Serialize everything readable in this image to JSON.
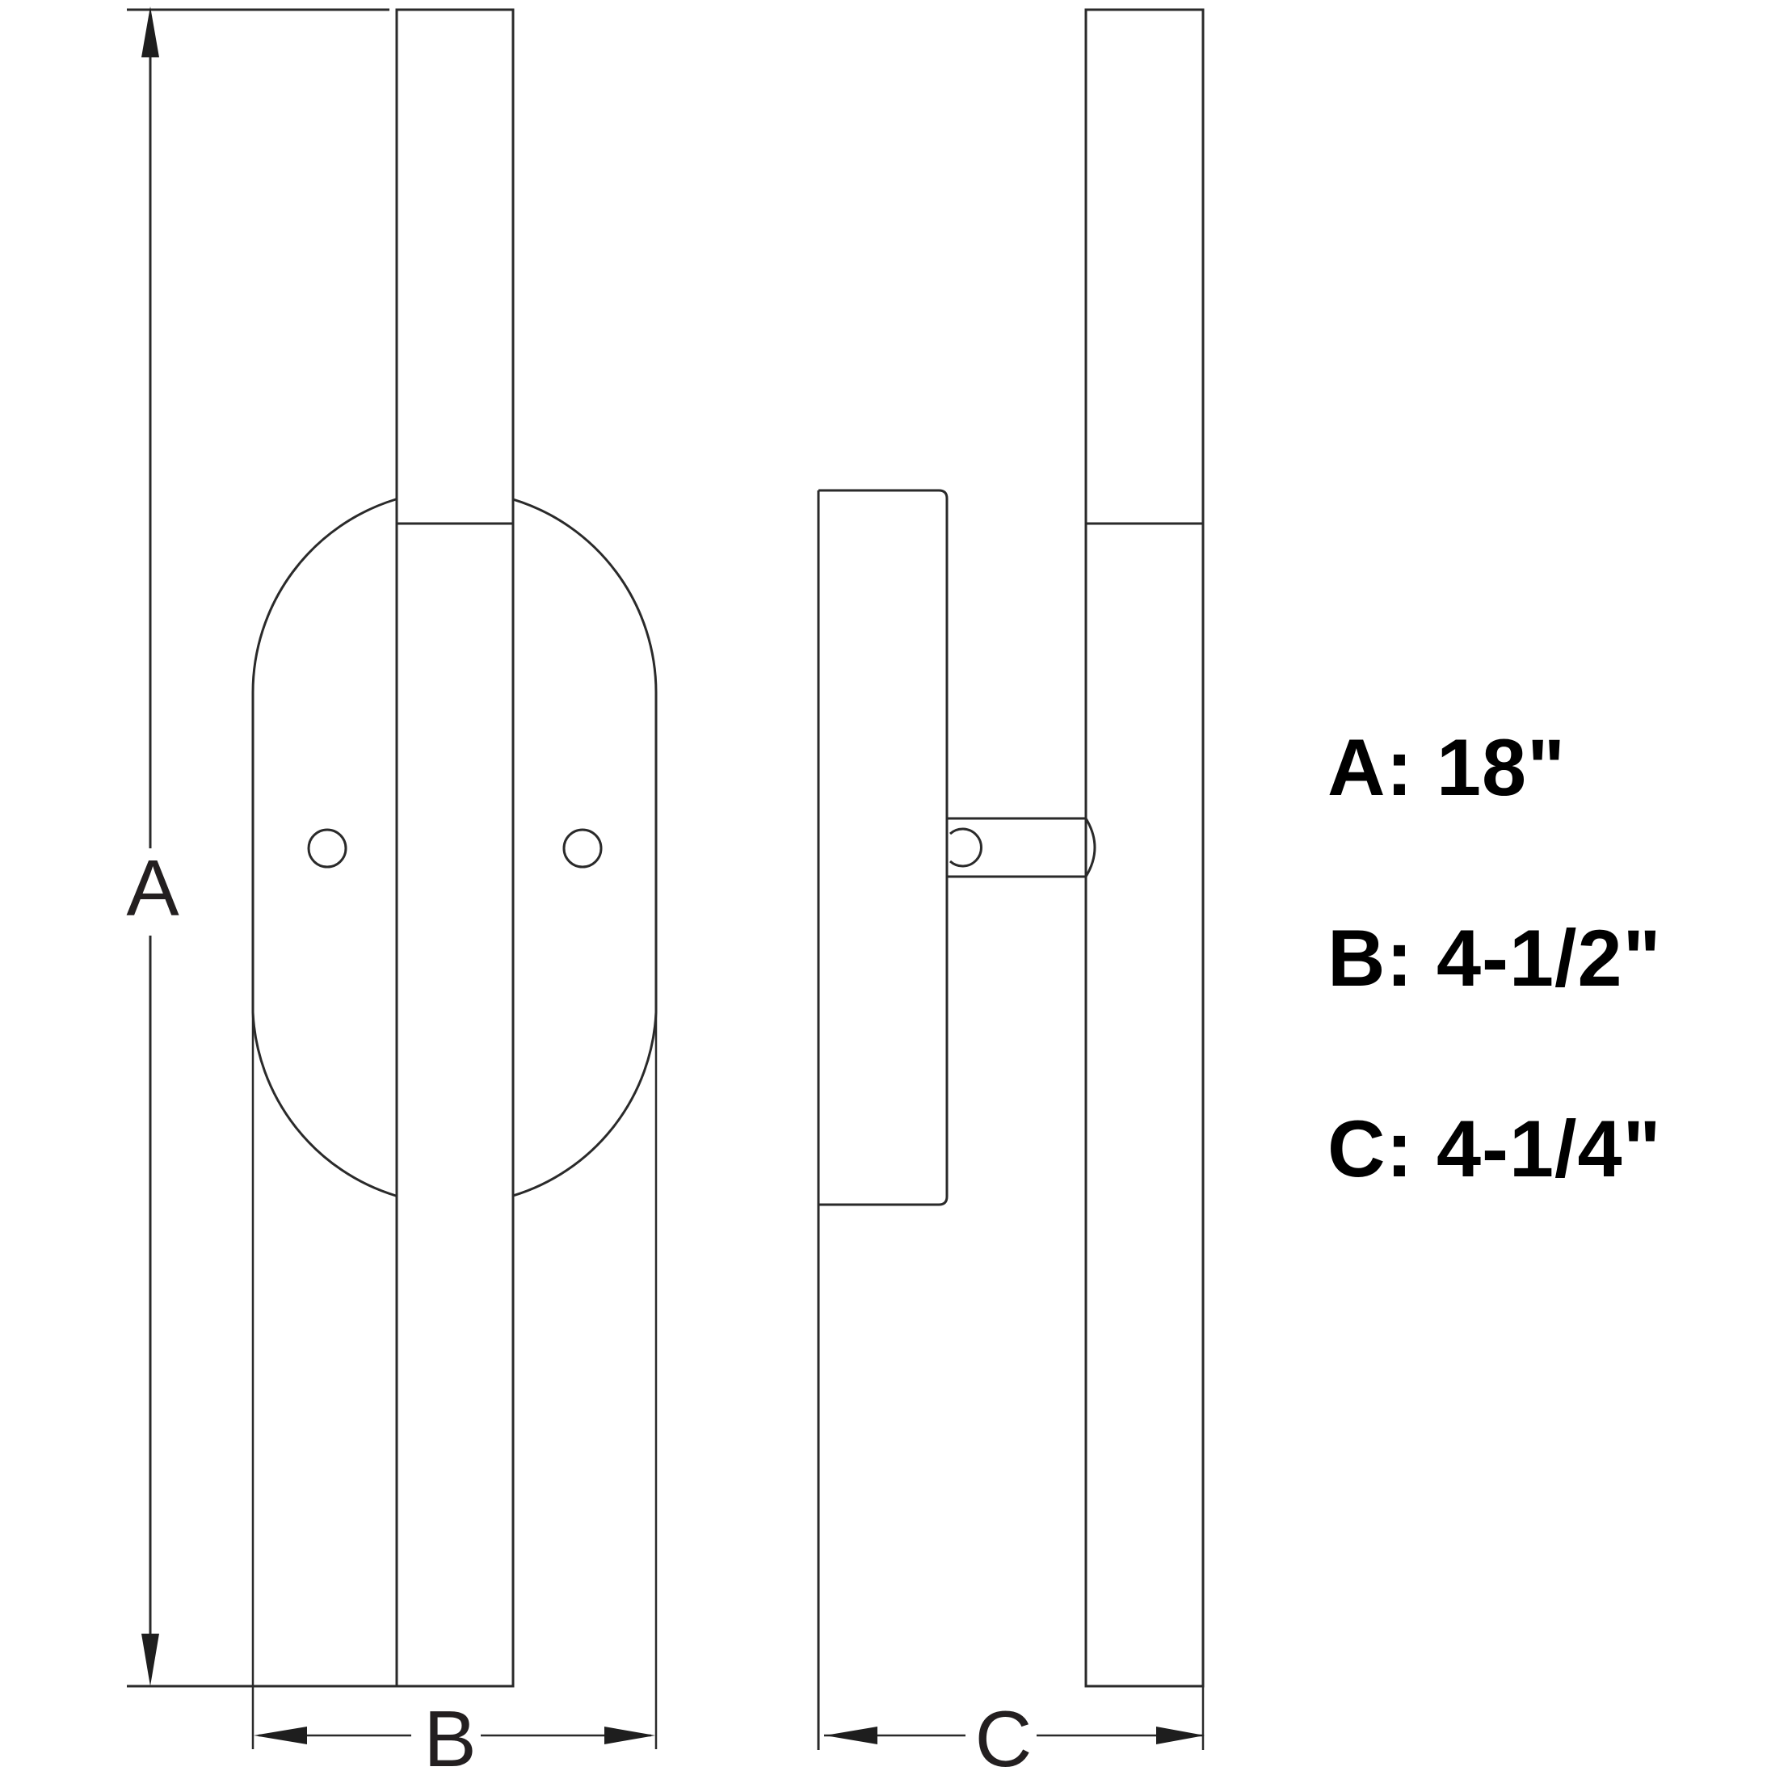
{
  "diagram": {
    "type": "dimension-drawing",
    "views": [
      "front-view",
      "side-view"
    ],
    "dimension_labels": {
      "a": "A",
      "b": "B",
      "c": "C"
    },
    "specs": [
      {
        "key": "A",
        "text": "A: 18\""
      },
      {
        "key": "B",
        "text": "B: 4-1/2\""
      },
      {
        "key": "C",
        "text": "C: 4-1/4\""
      }
    ],
    "line_color": "#2a2a2a",
    "text_color": "#000000"
  }
}
